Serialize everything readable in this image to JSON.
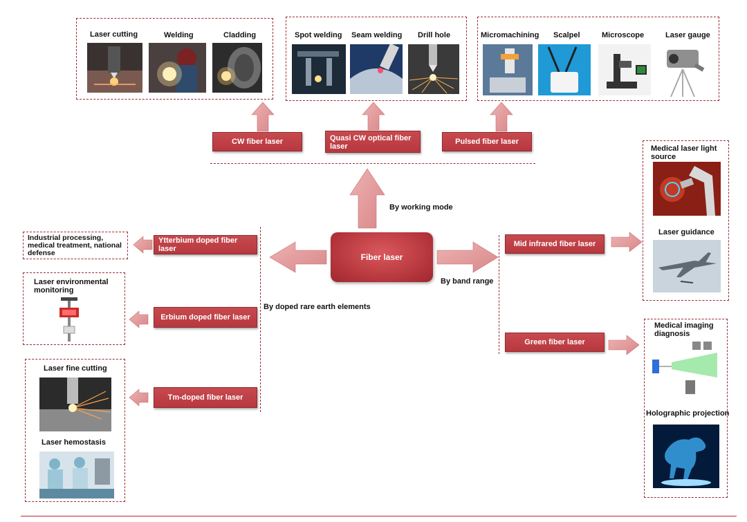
{
  "center": {
    "label": "Fiber laser"
  },
  "branches": {
    "working_mode": "By working mode",
    "band_range": "By band range",
    "doped": "By doped rare earth elements"
  },
  "modes": {
    "cw": "CW fiber laser",
    "quasi": "Quasi CW optical fiber laser",
    "pulsed": "Pulsed fiber laser"
  },
  "cw_apps": [
    "Laser cutting",
    "Welding",
    "Cladding"
  ],
  "quasi_apps": [
    "Spot welding",
    "Seam welding",
    "Drill hole"
  ],
  "pulsed_apps": [
    "Micromachining",
    "Scalpel",
    "Microscope",
    "Laser gauge"
  ],
  "doped": {
    "ytterbium": "Ytterbium doped fiber laser",
    "erbium": "Erbium doped fiber laser",
    "thulium": "Tm-doped fiber laser"
  },
  "doped_apps": {
    "ytterbium": "Industrial processing, medical treatment, national defense",
    "erbium": "Laser environmental monitoring",
    "thulium": [
      "Laser fine cutting",
      "Laser hemostasis"
    ]
  },
  "band": {
    "mid_ir": "Mid infrared fiber laser",
    "green": "Green fiber laser"
  },
  "band_apps": {
    "mid_ir": [
      "Medical laser light source",
      "Laser guidance"
    ],
    "green": [
      "Medical imaging diagnosis",
      "Holographic projection"
    ]
  },
  "colors": {
    "accent": "#b7383e",
    "arrow": "#e0999a",
    "border": "#9b2a32"
  }
}
